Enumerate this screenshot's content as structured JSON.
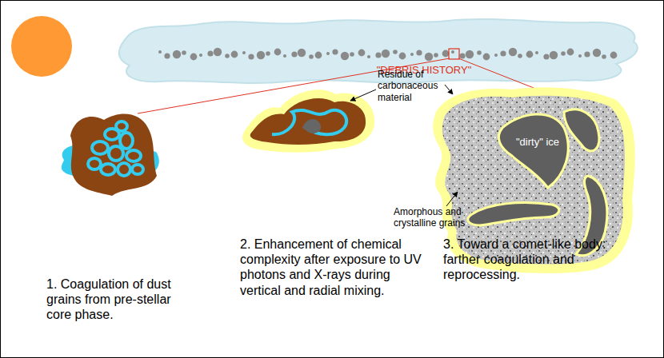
{
  "diagram": {
    "labels": [
      "\"DEBRIS HISTORY\"",
      "Residue of carbonaceous material",
      "\"dirty\" ice",
      "Amorphous and crystalline grains",
      "1. Coagulation of dust grains from pre-stellar core phase.",
      "2. Enhancement of chemical complexity after exposure to UV photons and X-rays during vertical and radial mixing.",
      "3. Toward a comet-like body: farther coagulation and reprocessing."
    ]
  }
}
